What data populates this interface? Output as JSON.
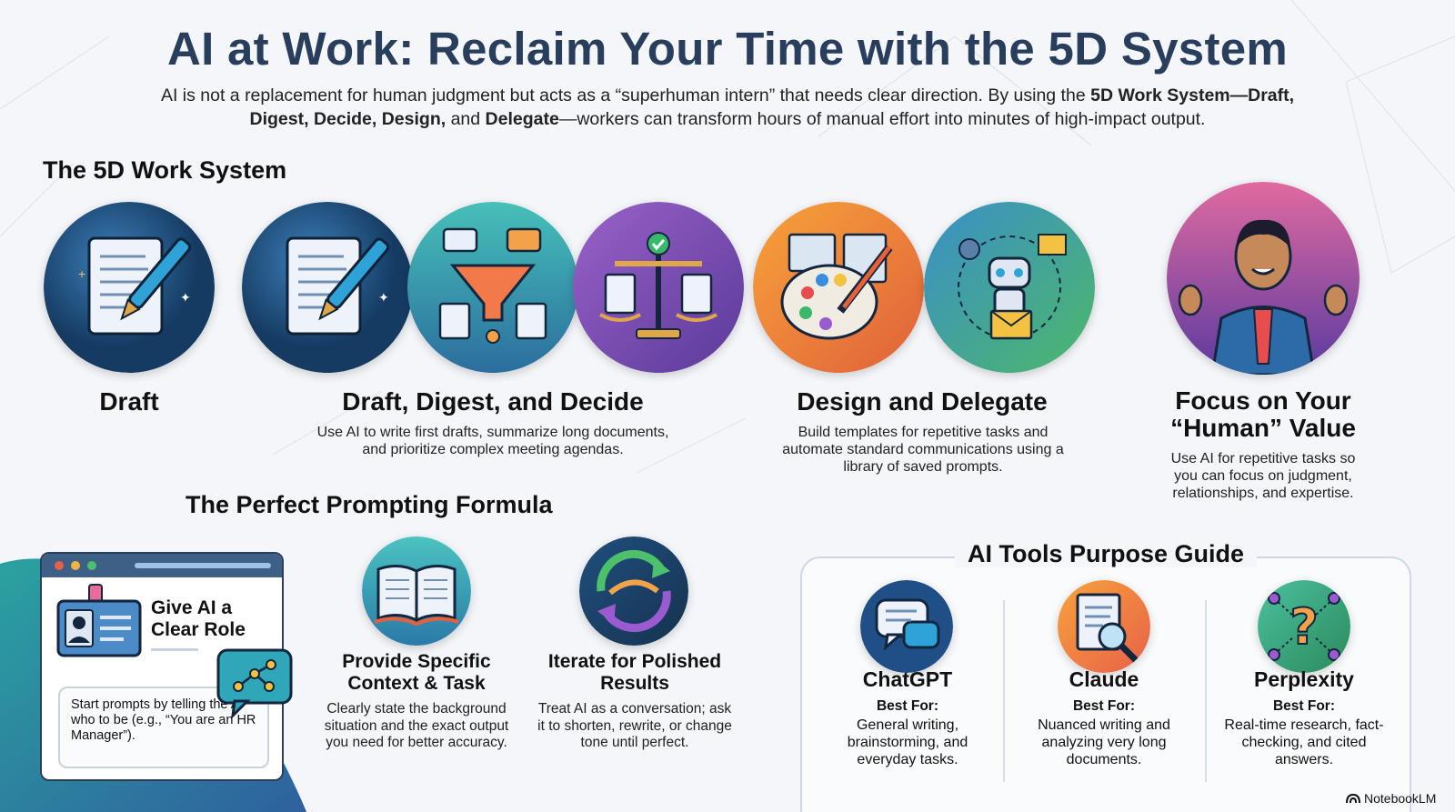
{
  "title": "AI at Work: Reclaim Your Time with the 5D System",
  "intro": {
    "part1": "AI is not a replacement for human judgment but acts as a “superhuman intern” that needs clear direction. By using the ",
    "bold1": "5D Work System",
    "part2": "—",
    "bold2": "Draft, Digest, Decide, Design,",
    "part3": " and ",
    "bold3": "Delegate",
    "part4": "—workers can transform hours of manual effort into minutes of high-impact output."
  },
  "system": {
    "heading": "The 5D Work System",
    "groups": [
      {
        "label": "Draft",
        "description": ""
      },
      {
        "label": "Draft, Digest, and Decide",
        "description": "Use AI to write first drafts, summarize long documents, and prioritize complex meeting agendas."
      },
      {
        "label": "Design and Delegate",
        "description": "Build templates for repetitive tasks and automate standard communications using a library of saved prompts."
      },
      {
        "label": "Focus on Your “Human” Value",
        "description": "Use AI for repetitive tasks so you can focus on judgment, relationships, and expertise."
      }
    ],
    "icons": [
      "document-pen-icon",
      "document-pen-icon",
      "funnel-digest-icon",
      "balance-scale-icon",
      "palette-brush-icon",
      "robot-delegate-icon",
      "professional-person-icon"
    ]
  },
  "prompting": {
    "heading": "The Perfect Prompting Formula",
    "role": {
      "title": "Give AI a Clear Role",
      "text": "Start prompts by telling the AI who to be (e.g., “You are an HR Manager”)."
    },
    "steps": [
      {
        "title": "Provide Specific Context & Task",
        "text": "Clearly state the background situation and the exact output you need for better accuracy.",
        "icon": "open-book-icon"
      },
      {
        "title": "Iterate for Polished Results",
        "text": "Treat AI as a conversation; ask it to shorten, rewrite, or change tone until perfect.",
        "icon": "cycle-arrows-icon"
      }
    ]
  },
  "tools": {
    "heading": "AI Tools Purpose Guide",
    "items": [
      {
        "name": "ChatGPT",
        "best_for": "Best For:",
        "text": "General writing, brainstorming, and everyday tasks.",
        "icon": "chat-bubbles-icon"
      },
      {
        "name": "Claude",
        "best_for": "Best For:",
        "text": "Nuanced writing and analyzing very long documents.",
        "icon": "document-magnifier-icon"
      },
      {
        "name": "Perplexity",
        "best_for": "Best For:",
        "text": "Real-time research, fact-checking, and cited answers.",
        "icon": "question-network-icon"
      }
    ]
  },
  "footer": {
    "brand": "NotebookLM"
  },
  "colors": {
    "title": "#283e5c",
    "blue_circle": "#2a5e8c",
    "teal_circle": "#2fa7a6",
    "purple_circle": "#7b4fb0",
    "orange_circle": "#f08a2a",
    "green_circle": "#3ea86f"
  }
}
